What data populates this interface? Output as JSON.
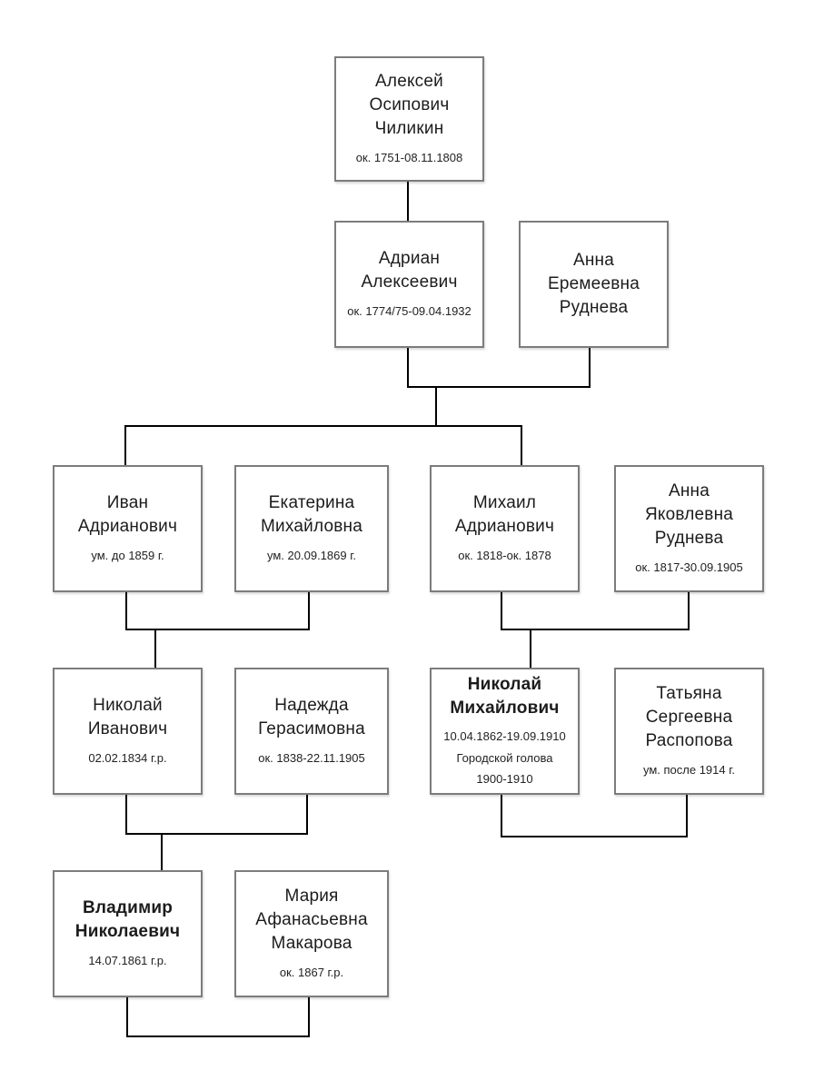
{
  "colors": {
    "background": "#ffffff",
    "box_border": "#7c7c7c",
    "connector": "#000000",
    "text": "#1c1c1c"
  },
  "people": [
    {
      "name": "Алексей\nОсипович\nЧиликин",
      "details": "ок. 1751-08.11.1808",
      "bold": false
    },
    {
      "name": "Адриан\nАлексеевич",
      "details": "ок. 1774/75-09.04.1932",
      "bold": false
    },
    {
      "name": "Анна\nЕремеевна\nРуднева",
      "details": "",
      "bold": false
    },
    {
      "name": "Иван\nАдрианович",
      "details": "ум. до 1859 г.",
      "bold": false
    },
    {
      "name": "Екатерина\nМихайловна",
      "details": "ум. 20.09.1869 г.",
      "bold": false
    },
    {
      "name": "Михаил\nАдрианович",
      "details": "ок. 1818-ок. 1878",
      "bold": false
    },
    {
      "name": "Анна\nЯковлевна\nРуднева",
      "details": "ок. 1817-30.09.1905",
      "bold": false
    },
    {
      "name": "Николай\nИванович",
      "details": "02.02.1834 г.р.",
      "bold": false
    },
    {
      "name": "Надежда\nГерасимовна",
      "details": "ок. 1838-22.11.1905",
      "bold": false
    },
    {
      "name": "Николай\nМихайлович",
      "details": "10.04.1862-19.09.1910\nГородской голова\n1900-1910",
      "bold": true
    },
    {
      "name": "Татьяна\nСергеевна\nРаспопова",
      "details": "ум. после 1914 г.",
      "bold": false
    },
    {
      "name": "Владимир\nНиколаевич",
      "details": "14.07.1861 г.р.",
      "bold": true
    },
    {
      "name": "Мария\nАфанасьевна\nМакарова",
      "details": "ок. 1867 г.р.",
      "bold": false
    }
  ]
}
